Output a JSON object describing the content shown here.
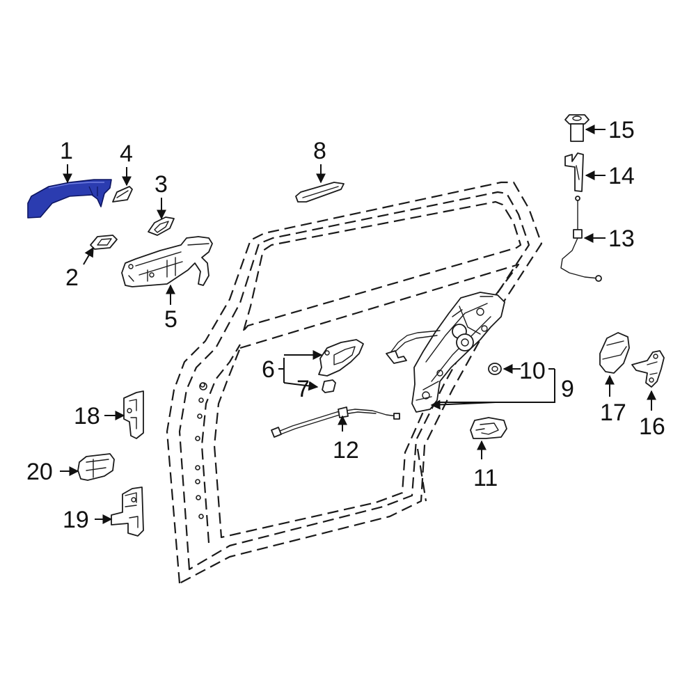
{
  "diagram": {
    "highlight_color": "#2b3cb0",
    "line_color": "#1a1a1a",
    "callouts": {
      "c1": "1",
      "c2": "2",
      "c3": "3",
      "c4": "4",
      "c5": "5",
      "c6": "6",
      "c7": "7",
      "c8": "8",
      "c9": "9",
      "c10": "10",
      "c11": "11",
      "c12": "12",
      "c13": "13",
      "c14": "14",
      "c15": "15",
      "c16": "16",
      "c17": "17",
      "c18": "18",
      "c19": "19",
      "c20": "20"
    }
  }
}
